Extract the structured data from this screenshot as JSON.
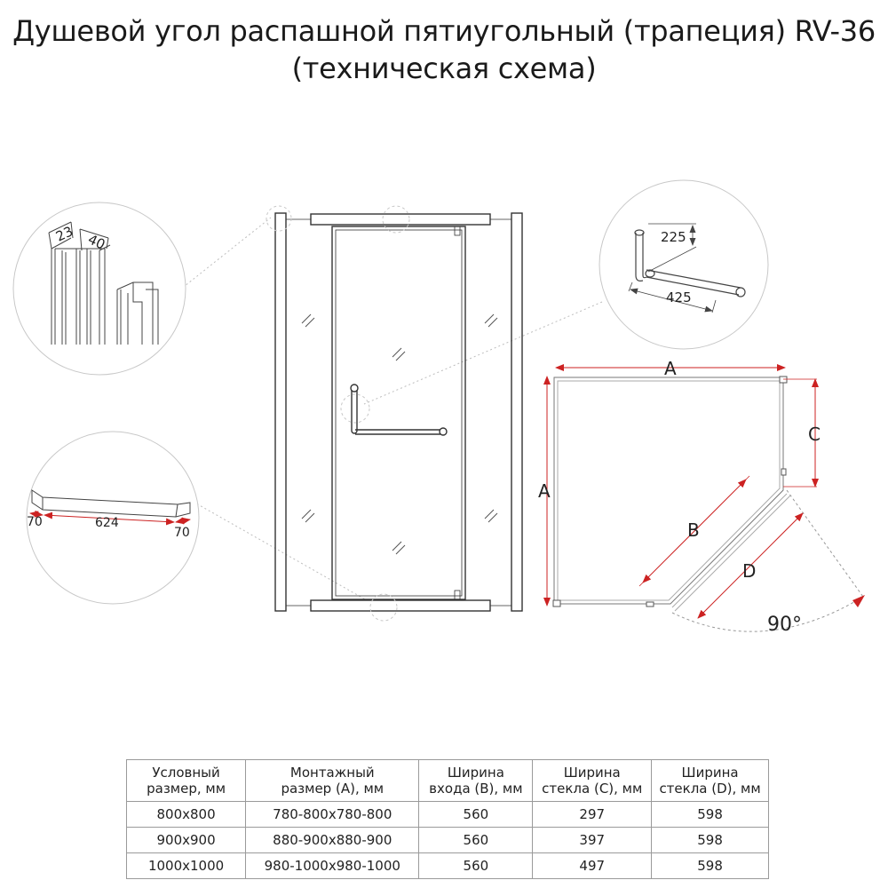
{
  "title": {
    "line1": "Душевой угол распашной пятиугольный (трапеция) RV-36",
    "line2": "(техническая схема)"
  },
  "profile_detail": {
    "dim_depth": "23",
    "dim_width": "40"
  },
  "handle_detail": {
    "dim_vertical": "225",
    "dim_horizontal": "425"
  },
  "tray_detail": {
    "dim_left": "70",
    "dim_middle": "624",
    "dim_right": "70"
  },
  "plan": {
    "label_a_top": "A",
    "label_a_left": "A",
    "label_b": "B",
    "label_c": "C",
    "label_d": "D",
    "angle": "90°"
  },
  "table": {
    "headers": [
      [
        "Условный",
        "размер, мм"
      ],
      [
        "Монтажный",
        "размер (А), мм"
      ],
      [
        "Ширина",
        "входа (В), мм"
      ],
      [
        "Ширина",
        "стекла (С), мм"
      ],
      [
        "Ширина",
        "стекла (D), мм"
      ]
    ],
    "rows": [
      [
        "800х800",
        "780-800х780-800",
        "560",
        "297",
        "598"
      ],
      [
        "900х900",
        "880-900х880-900",
        "560",
        "397",
        "598"
      ],
      [
        "1000х1000",
        "980-1000х980-1000",
        "560",
        "497",
        "598"
      ]
    ]
  },
  "colors": {
    "line": "#333333",
    "dimension": "#cc2222",
    "callout": "#bbbbbb"
  }
}
